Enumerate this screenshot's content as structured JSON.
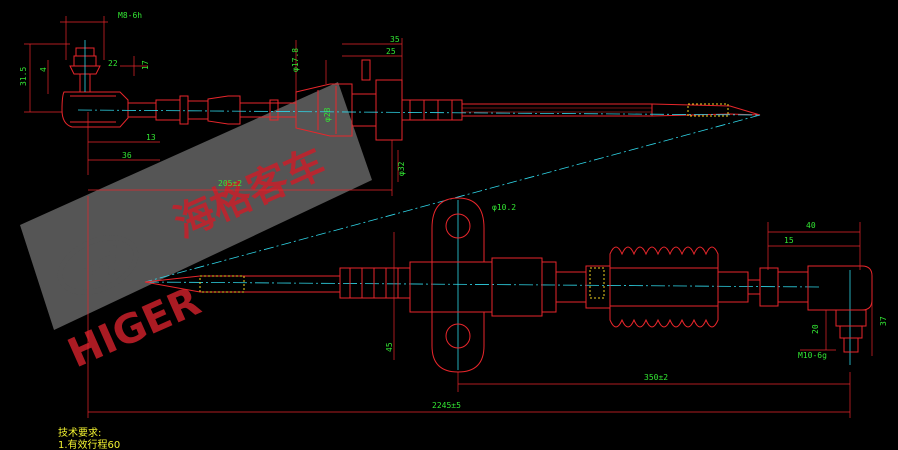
{
  "dimensions": {
    "thread_top": "M8-6h",
    "h_top": "31.5",
    "d_small": "4",
    "d_offset": "22",
    "d_17": "17",
    "d_13": "13",
    "d_36": "36",
    "total_left": "205±2",
    "phi_top": "φ17.8",
    "phi_mid": "φ28",
    "d_35": "35",
    "d_25": "25",
    "phi_32": "φ32",
    "phi_hole": "φ10.2",
    "d_40": "40",
    "d_15": "15",
    "d_37": "37",
    "d_20": "20",
    "d_45": "45",
    "thread_bottom": "M10-6g",
    "span_350": "350±2",
    "total_length": "2245±5"
  },
  "notes": {
    "heading": "技术要求:",
    "item1": "1.有效行程60"
  },
  "watermark": {
    "chinese": "海格客车",
    "brand": "HIGER"
  },
  "colors": {
    "background": "#000000",
    "outline": "#e8262b",
    "centerline": "#2fd6e8",
    "dimension": "#33e633",
    "thread": "#f0d020",
    "note": "#f2f230"
  }
}
